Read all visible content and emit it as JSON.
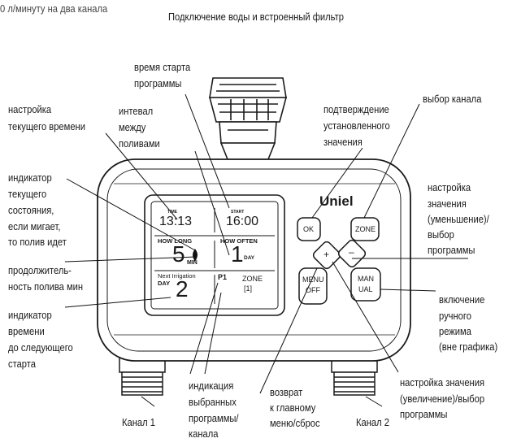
{
  "labels": {
    "top_partial": "0 л/минуту на два канала",
    "water": "Подключение воды и встроенный фильтр",
    "start_time": [
      "время старта",
      "программы"
    ],
    "cur_time": [
      "настройка",
      "текущего времени"
    ],
    "interval": [
      "интевал",
      "между",
      "поливами"
    ],
    "confirm": [
      "подтверждение",
      "установленного",
      "значения"
    ],
    "channel_select": "выбор канала",
    "indicator": [
      "индикатор",
      "текущего",
      "состояния,",
      "если мигает,",
      "то полив идет"
    ],
    "decrease": [
      "настройка",
      "значения",
      "(уменьшение)/",
      "выбор",
      "программы"
    ],
    "duration": [
      "продолжитель-",
      "ность полива мин"
    ],
    "time_indicator": [
      "индикатор",
      "времени",
      "до следующего",
      "старта"
    ],
    "manual": [
      "включение",
      "ручного",
      "режима",
      "(вне графика)"
    ],
    "increase": [
      "настройка значения",
      "(увеличение)/выбор",
      "программы"
    ],
    "programs": [
      "индикация",
      "выбранных",
      "программы/",
      "канала"
    ],
    "menu_return": [
      "возврат",
      "к главному",
      "меню/сброс"
    ],
    "channel1": "Канал 1",
    "channel2": "Канал 2"
  },
  "device": {
    "brand": "Uniel",
    "buttons": {
      "ok": "OK",
      "zone": "ZONE",
      "plus": "+",
      "minus": "–",
      "menu": [
        "MENU",
        "OFF"
      ],
      "manual": [
        "MAN",
        "UAL"
      ]
    },
    "lcd": {
      "time_label": "TIME",
      "time_value": "13:13",
      "start_label": "START",
      "start_value": "16:00",
      "how_long": "HOW LONG",
      "duration_value": "5",
      "duration_unit": "MIN",
      "how_often": "HOW OFTEN",
      "often_value": "1",
      "often_unit": "DAY",
      "next_irrigation": "Next Irrigation",
      "next_unit": "DAY",
      "next_value": "2",
      "program": "P1",
      "zone_label": "ZONE",
      "zone_value": "[1]"
    }
  }
}
